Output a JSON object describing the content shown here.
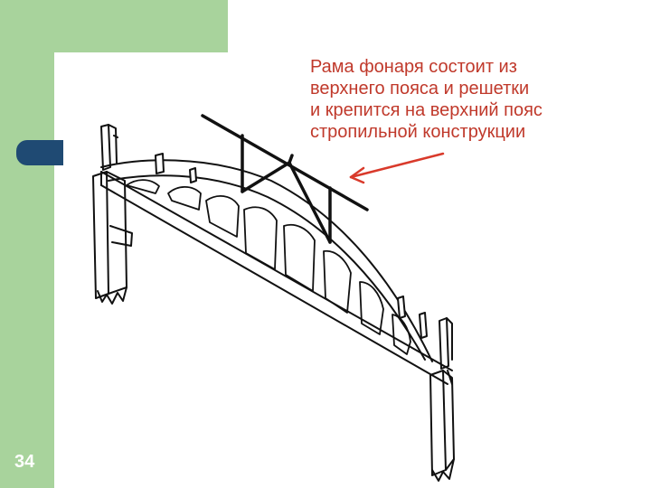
{
  "slide": {
    "number": "34",
    "caption_lines": [
      "Рама фонаря состоит из",
      "верхнего пояса и решетки",
      "и крепится на верхний пояс",
      "стропильной конструкции"
    ],
    "colors": {
      "side_green": "#a8d39c",
      "tab_blue": "#1f4a73",
      "caption_red": "#c0392b",
      "arrow_red": "#d93a2b"
    }
  }
}
